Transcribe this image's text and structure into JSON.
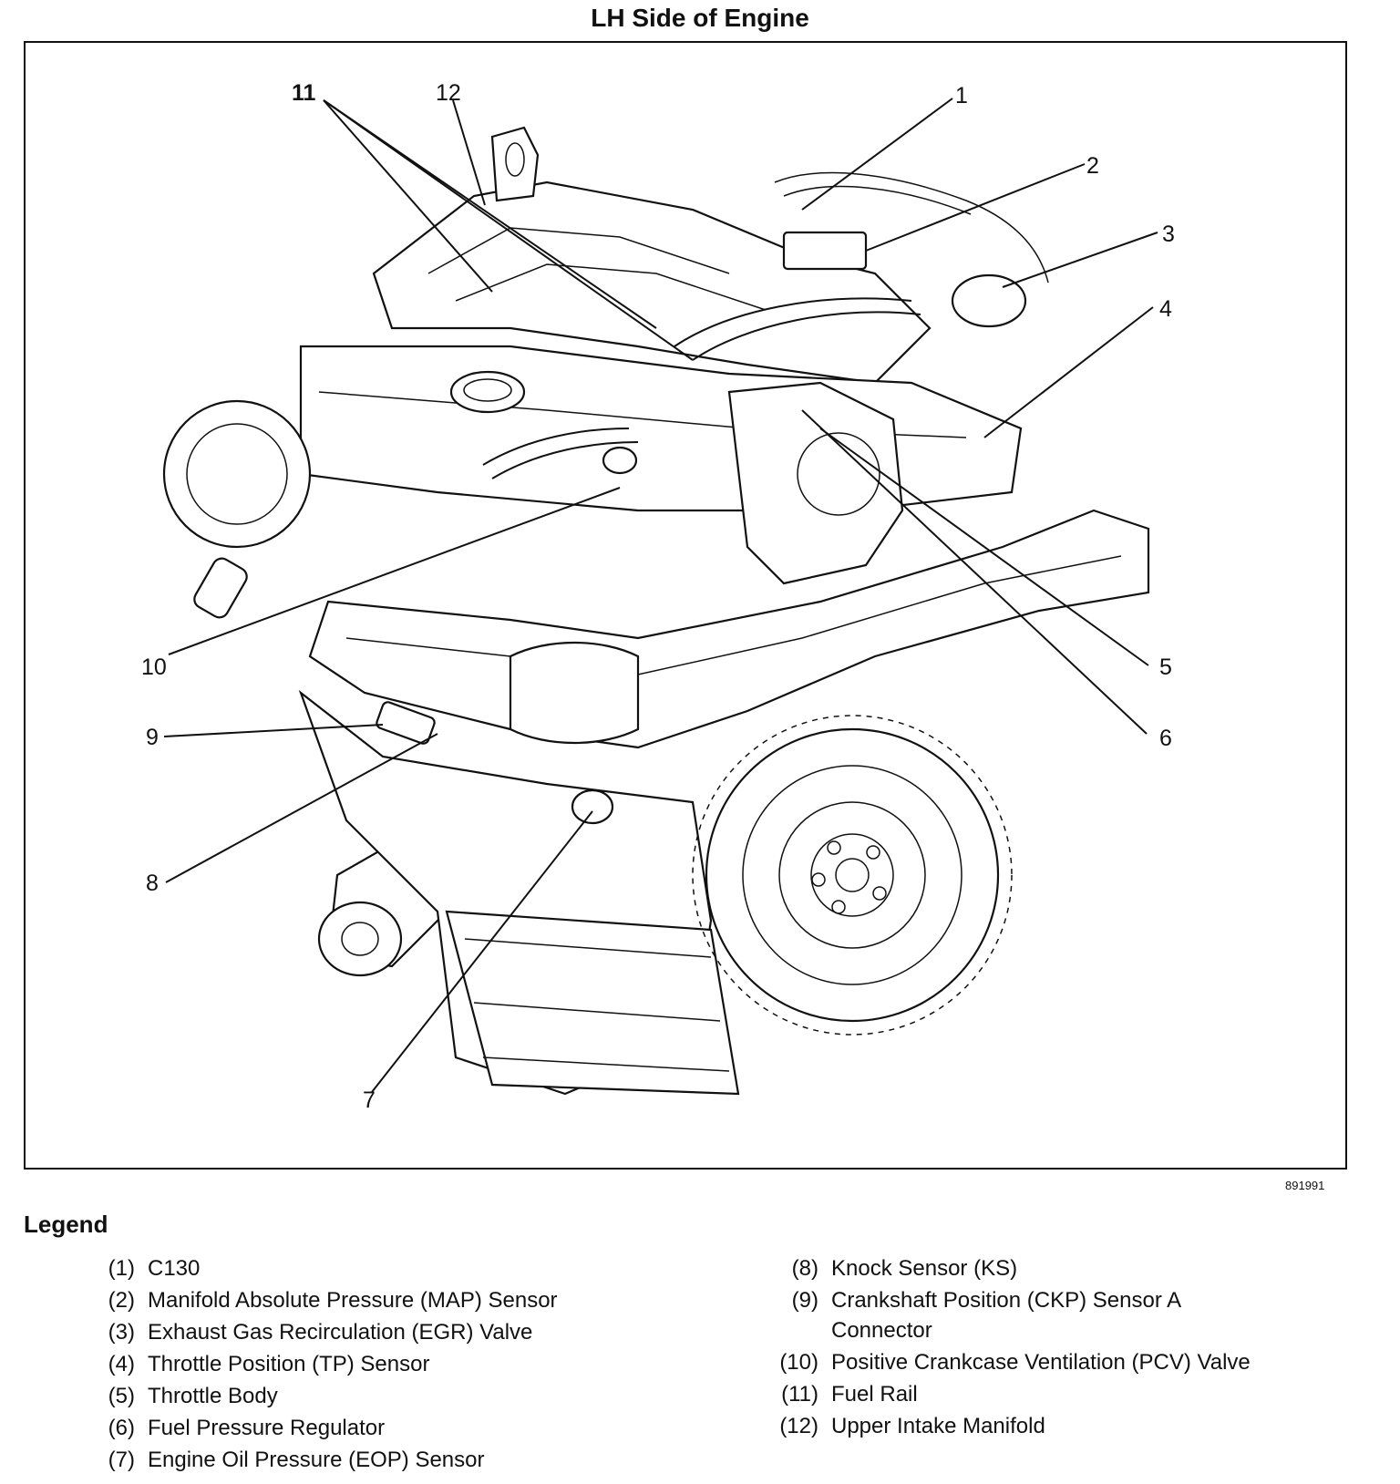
{
  "title": "LH Side of Engine",
  "figure_number": "891991",
  "legend_heading": "Legend",
  "callouts": [
    "1",
    "2",
    "3",
    "4",
    "5",
    "6",
    "7",
    "8",
    "9",
    "10",
    "11",
    "12"
  ],
  "legend_left": [
    {
      "num": "(1)",
      "text": "C130"
    },
    {
      "num": "(2)",
      "text": "Manifold Absolute Pressure (MAP) Sensor"
    },
    {
      "num": "(3)",
      "text": "Exhaust Gas Recirculation (EGR) Valve"
    },
    {
      "num": "(4)",
      "text": "Throttle Position (TP) Sensor"
    },
    {
      "num": "(5)",
      "text": "Throttle Body"
    },
    {
      "num": "(6)",
      "text": "Fuel Pressure Regulator"
    },
    {
      "num": "(7)",
      "text": "Engine Oil Pressure (EOP) Sensor"
    }
  ],
  "legend_right": [
    {
      "num": "(8)",
      "text": "Knock Sensor (KS)"
    },
    {
      "num": "(9)",
      "text": "Crankshaft Position (CKP) Sensor A Connector"
    },
    {
      "num": "(10)",
      "text": "Positive Crankcase Ventilation (PCV) Valve"
    },
    {
      "num": "(11)",
      "text": "Fuel Rail"
    },
    {
      "num": "(12)",
      "text": "Upper Intake Manifold"
    }
  ]
}
